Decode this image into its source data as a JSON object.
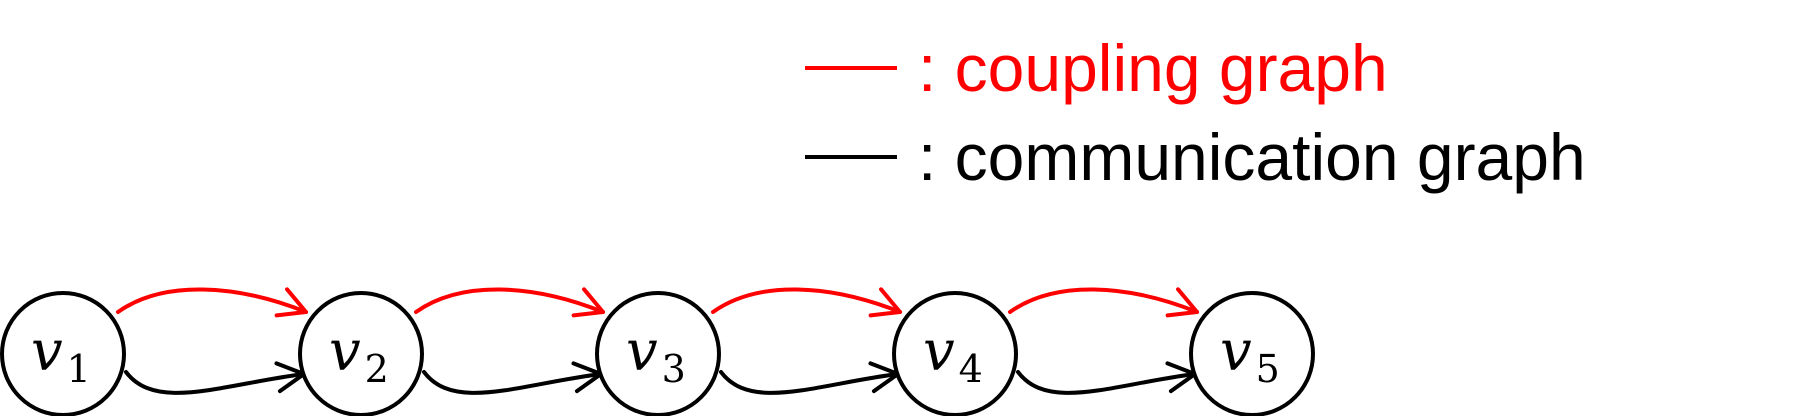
{
  "legend": {
    "coupling": {
      "label": ": coupling graph",
      "color": "#ff0000"
    },
    "communication": {
      "label": ": communication graph",
      "color": "#000000"
    }
  },
  "nodes": [
    {
      "id": "v1",
      "var": "v",
      "sub": "1"
    },
    {
      "id": "v2",
      "var": "v",
      "sub": "2"
    },
    {
      "id": "v3",
      "var": "v",
      "sub": "3"
    },
    {
      "id": "v4",
      "var": "v",
      "sub": "4"
    },
    {
      "id": "v5",
      "var": "v",
      "sub": "5"
    }
  ],
  "edges": {
    "coupling": [
      {
        "from": "v1",
        "to": "v2"
      },
      {
        "from": "v2",
        "to": "v3"
      },
      {
        "from": "v3",
        "to": "v4"
      },
      {
        "from": "v4",
        "to": "v5"
      }
    ],
    "communication": [
      {
        "from": "v1",
        "to": "v2"
      },
      {
        "from": "v2",
        "to": "v3"
      },
      {
        "from": "v3",
        "to": "v4"
      },
      {
        "from": "v4",
        "to": "v5"
      }
    ]
  }
}
